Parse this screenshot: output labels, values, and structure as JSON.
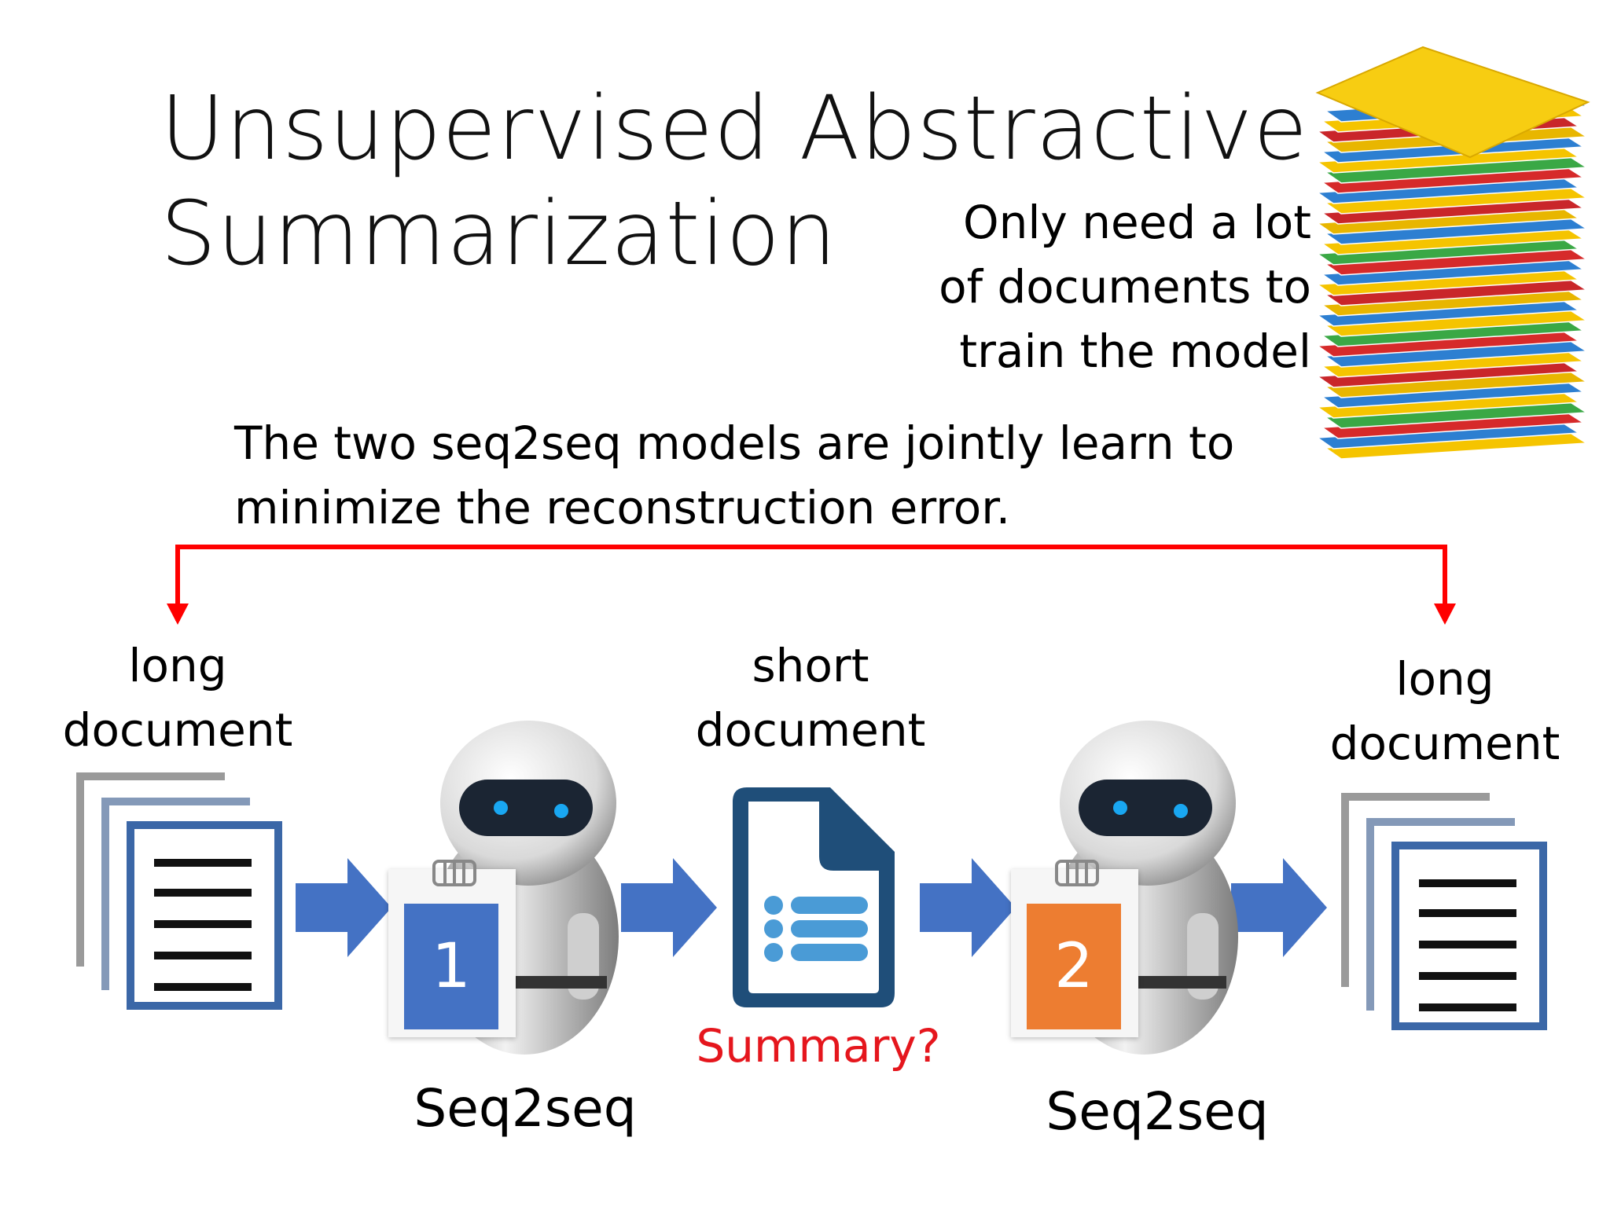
{
  "title": {
    "line1": "Unsupervised Abstractive",
    "line2": "Summarization"
  },
  "note": {
    "line1": "Only need a lot",
    "line2": "of documents to",
    "line3": "train the model"
  },
  "subtitle": {
    "line1": "The two seq2seq models are jointly learn to",
    "line2": "minimize the reconstruction error."
  },
  "pipeline": {
    "input_label": {
      "line1": "long",
      "line2": "document"
    },
    "middle_label": {
      "line1": "short",
      "line2": "document"
    },
    "output_label": {
      "line1": "long",
      "line2": "document"
    },
    "summary_question": "Summary?",
    "model1": {
      "badge": "1",
      "label": "Seq2seq",
      "badge_color": "#4472c4"
    },
    "model2": {
      "badge": "2",
      "label": "Seq2seq",
      "badge_color": "#ed7d31"
    }
  },
  "colors": {
    "arrow_fill": "#4472c4",
    "feedback_line": "#ff0000",
    "summary_text": "#e5161d",
    "doc_icon": "#1f4e79"
  }
}
